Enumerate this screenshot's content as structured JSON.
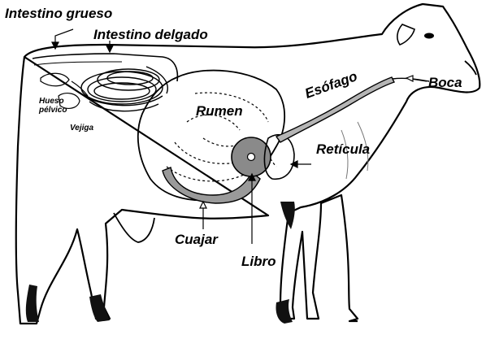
{
  "labels": {
    "intestino_grueso": "Intestino grueso",
    "intestino_delgado": "Intestino delgado",
    "hueso_pelvico_1": "Hueso",
    "hueso_pelvico_2": "pélvico",
    "vejiga": "Vejiga",
    "rumen": "Rumen",
    "esofago": "Esófago",
    "boca": "Boca",
    "reticula": "Retícula",
    "cuajar": "Cuajar",
    "libro": "Libro"
  },
  "colors": {
    "outline": "#000000",
    "abomasum_fill": "#9a9a9a",
    "omasum_fill": "#8a8a8a",
    "esophagus_fill": "#b5b5b5",
    "background": "#ffffff"
  }
}
